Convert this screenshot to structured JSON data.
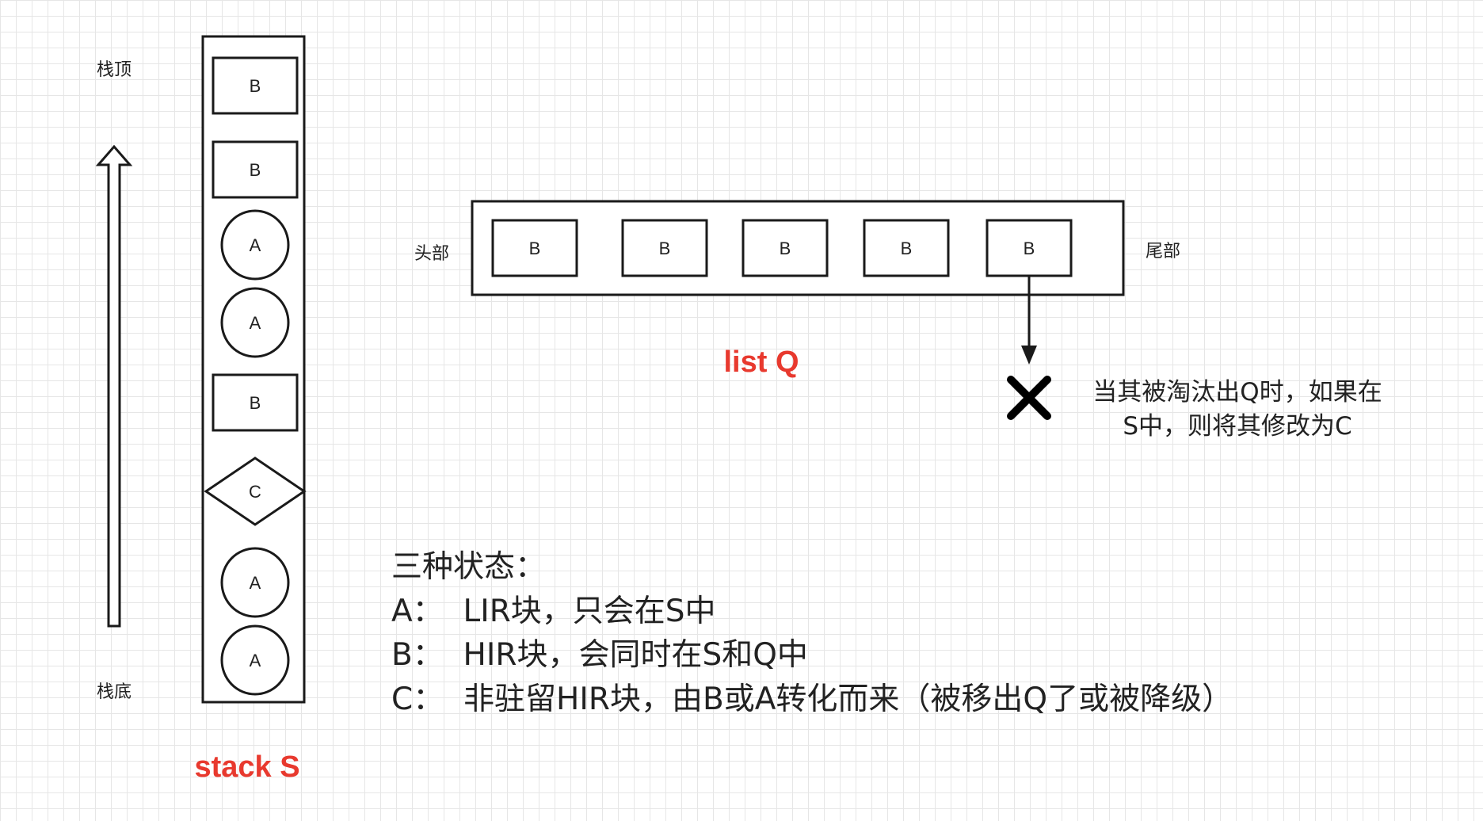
{
  "stack": {
    "top_label": "栈顶",
    "bottom_label": "栈底",
    "title": "stack S",
    "items": [
      {
        "shape": "rect",
        "label": "B"
      },
      {
        "shape": "rect",
        "label": "B"
      },
      {
        "shape": "circle",
        "label": "A"
      },
      {
        "shape": "circle",
        "label": "A"
      },
      {
        "shape": "rect",
        "label": "B"
      },
      {
        "shape": "diamond",
        "label": "C"
      },
      {
        "shape": "circle",
        "label": "A"
      },
      {
        "shape": "circle",
        "label": "A"
      }
    ]
  },
  "list": {
    "head_label": "头部",
    "tail_label": "尾部",
    "title": "list Q",
    "items": [
      {
        "shape": "rect",
        "label": "B"
      },
      {
        "shape": "rect",
        "label": "B"
      },
      {
        "shape": "rect",
        "label": "B"
      },
      {
        "shape": "rect",
        "label": "B"
      },
      {
        "shape": "rect",
        "label": "B"
      }
    ]
  },
  "eviction_note": {
    "line1": "当其被淘汰出Q时，如果在",
    "line2": "S中，则将其修改为C"
  },
  "legend": {
    "heading": "三种状态：",
    "lines": [
      "A：  LIR块，只会在S中",
      "B：  HIR块，会同时在S和Q中",
      "C：  非驻留HIR块，由B或A转化而来（被移出Q了或被降级）"
    ]
  },
  "colors": {
    "stroke": "#1a1a1a",
    "title_red": "#e8392e",
    "text": "#222222"
  }
}
